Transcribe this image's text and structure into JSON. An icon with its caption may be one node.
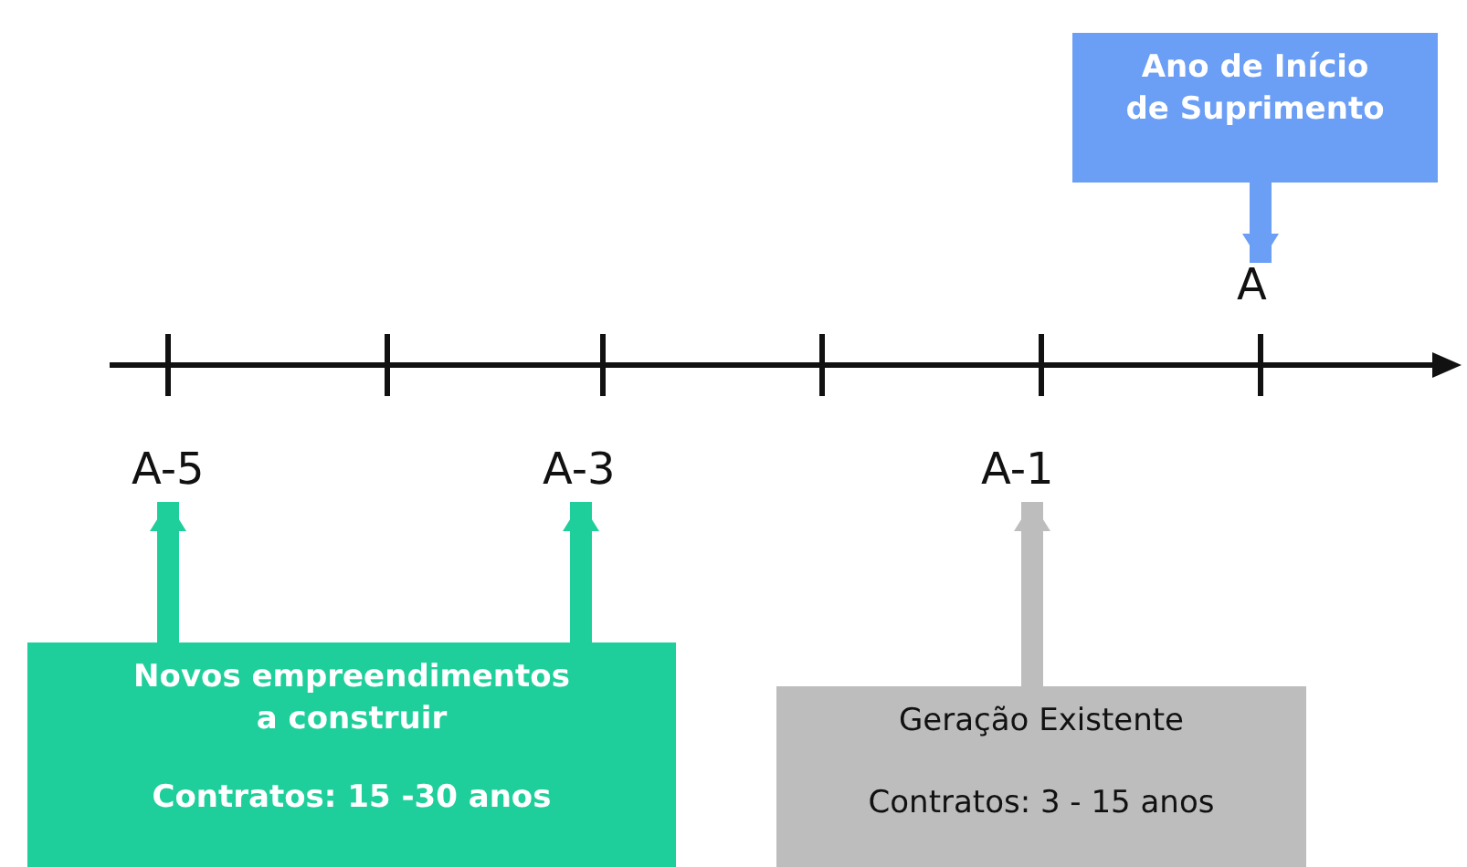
{
  "diagram": {
    "nodes": [
      {
        "text": [
          "Ano de Início de Suprimento"
        ]
      },
      {
        "text": [
          "A"
        ]
      },
      {
        "text": [
          "A-5"
        ]
      },
      {
        "text": [
          "A-3"
        ]
      },
      {
        "text": [
          "A-1"
        ]
      },
      {
        "text": [
          "Novos empreendimentos a construir",
          "Contratos: 15 -30 anos"
        ]
      },
      {
        "text": [
          "Geração Existente",
          "Contratos: 3 - 15 anos"
        ]
      }
    ],
    "edges": [
      {
        "from": 0,
        "to": 1,
        "arrow": "to",
        "color": "#6b9ef5"
      },
      {
        "from": 5,
        "to": 2,
        "arrow": "to",
        "color": "#1fcf9b"
      },
      {
        "from": 5,
        "to": 3,
        "arrow": "to",
        "color": "#1fcf9b"
      },
      {
        "from": 6,
        "to": 4,
        "arrow": "to",
        "color": "#bdbdbd"
      }
    ]
  }
}
